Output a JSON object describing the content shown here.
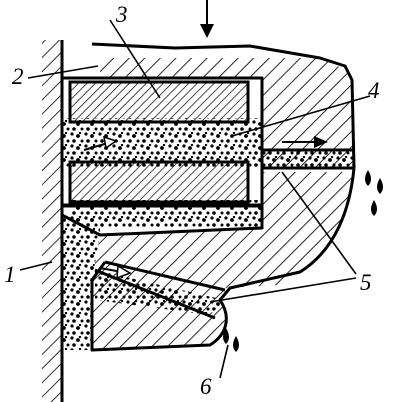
{
  "figure": {
    "labels": [
      {
        "id": "1",
        "text": "1"
      },
      {
        "id": "2",
        "text": "2"
      },
      {
        "id": "3",
        "text": "3"
      },
      {
        "id": "4",
        "text": "4"
      },
      {
        "id": "5",
        "text": "5"
      },
      {
        "id": "6",
        "text": "6"
      }
    ]
  },
  "colors": {
    "ink": "#000000",
    "paper": "#ffffff"
  }
}
